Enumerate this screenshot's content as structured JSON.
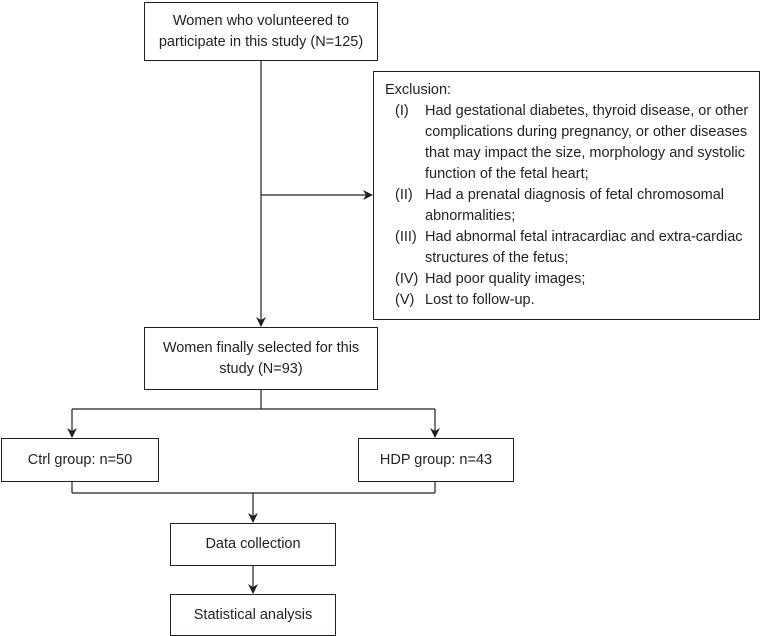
{
  "flowchart": {
    "start": {
      "line1": "Women who volunteered to",
      "line2": "participate in this study (N=125)"
    },
    "exclusion": {
      "title": "Exclusion:",
      "items": [
        {
          "num": "(I)",
          "text": "Had gestational diabetes, thyroid disease, or other complications during pregnancy, or other diseases that may impact the size, morphology and systolic function of the fetal heart;"
        },
        {
          "num": "(II)",
          "text": "Had a prenatal diagnosis of fetal chromosomal abnormalities;"
        },
        {
          "num": "(III)",
          "text": "Had abnormal fetal intracardiac and extra-cardiac structures of the fetus;"
        },
        {
          "num": "(IV)",
          "text": "Had poor quality images;"
        },
        {
          "num": "(V)",
          "text": "Lost to follow-up."
        }
      ]
    },
    "selected": {
      "line1": "Women finally selected for this",
      "line2": "study (N=93)"
    },
    "ctrl_group": "Ctrl group: n=50",
    "hdp_group": "HDP group: n=43",
    "data_collection": "Data collection",
    "statistical_analysis": "Statistical analysis"
  }
}
